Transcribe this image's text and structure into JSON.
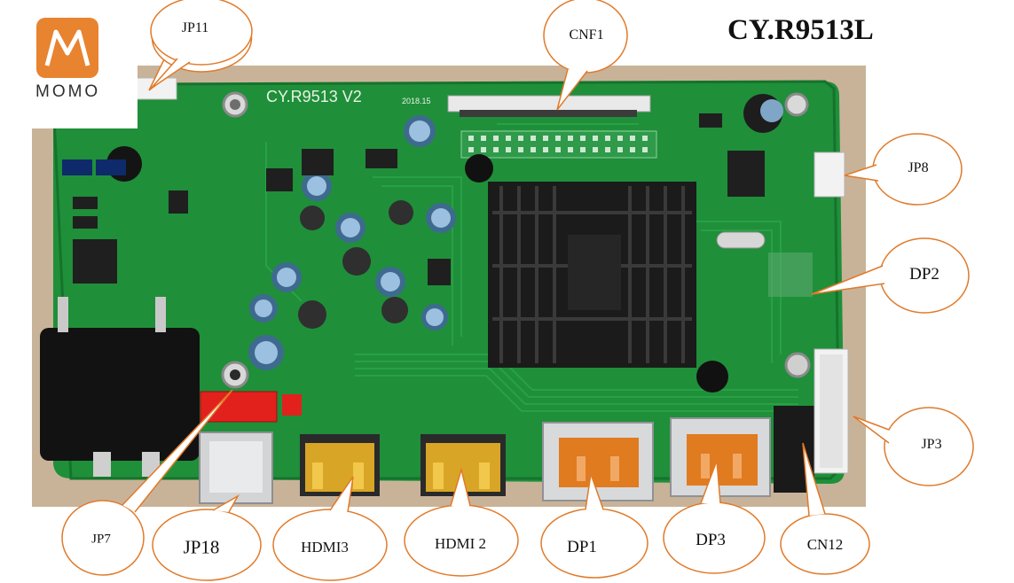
{
  "logo": {
    "brand": "MOMO",
    "icon": "momo-logo-icon"
  },
  "title": "CY.R9513L",
  "board": {
    "silkscreen_name": "CY.R9513 V2",
    "silkscreen_date": "2018.15"
  },
  "callouts": [
    {
      "id": "jp11",
      "label": "JP11"
    },
    {
      "id": "cnf1",
      "label": "CNF1"
    },
    {
      "id": "jp8",
      "label": "JP8"
    },
    {
      "id": "dp2",
      "label": "DP2"
    },
    {
      "id": "jp3",
      "label": "JP3"
    },
    {
      "id": "cn12",
      "label": "CN12"
    },
    {
      "id": "dp3",
      "label": "DP3"
    },
    {
      "id": "dp1",
      "label": "DP1"
    },
    {
      "id": "hdmi2",
      "label": "HDMI 2"
    },
    {
      "id": "hdmi3",
      "label": "HDMI3"
    },
    {
      "id": "jp18",
      "label": "JP18"
    },
    {
      "id": "jp7",
      "label": "JP7"
    }
  ],
  "colors": {
    "pcb": "#1f8f3a",
    "bubble_stroke": "#e07a2a",
    "logo": "#e8832f",
    "heatsink": "#1b1b1b",
    "connector_gold": "#d9a526",
    "dp_orange": "#e07b1f"
  }
}
